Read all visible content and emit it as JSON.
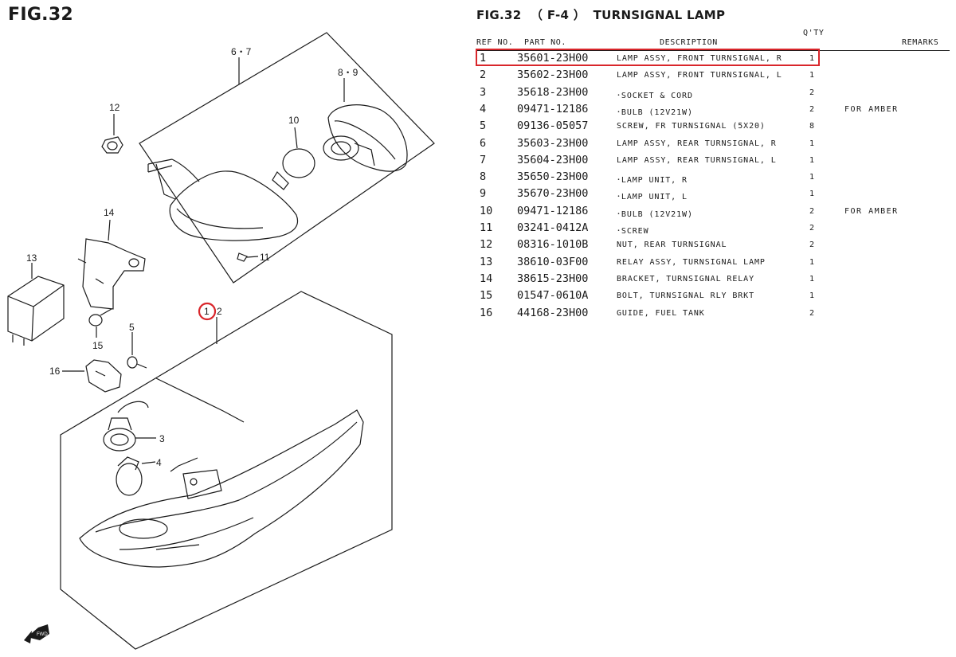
{
  "figure_label": "FIG.32",
  "callouts": {
    "c67": "6・7",
    "c89": "8・9",
    "c10": "10",
    "c11": "11",
    "c12": "12",
    "c13": "13",
    "c14": "14",
    "c15": "15",
    "c16": "16",
    "c1": "1",
    "c2": "2",
    "c3": "3",
    "c4": "4",
    "c5": "5"
  },
  "fwd_label": "FWD",
  "parts_table": {
    "fig": "FIG.32",
    "code": "（ F-4 ）",
    "title": "TURNSIGNAL LAMP",
    "headers": {
      "ref": "REF NO.",
      "part": "PART NO.",
      "desc": "DESCRIPTION",
      "qty": "Q'TY",
      "remarks": "REMARKS"
    },
    "rows": [
      {
        "ref": "1",
        "part": "35601-23H00",
        "desc": "LAMP ASSY, FRONT TURNSIGNAL, R",
        "qty": "1",
        "remarks": ""
      },
      {
        "ref": "2",
        "part": "35602-23H00",
        "desc": "LAMP ASSY, FRONT TURNSIGNAL, L",
        "qty": "1",
        "remarks": ""
      },
      {
        "ref": "3",
        "part": "35618-23H00",
        "desc": "･SOCKET & CORD",
        "qty": "2",
        "remarks": ""
      },
      {
        "ref": "4",
        "part": "09471-12186",
        "desc": "･BULB (12V21W)",
        "qty": "2",
        "remarks": "FOR AMBER"
      },
      {
        "ref": "5",
        "part": "09136-05057",
        "desc": "SCREW, FR TURNSIGNAL (5X20)",
        "qty": "8",
        "remarks": ""
      },
      {
        "ref": "6",
        "part": "35603-23H00",
        "desc": "LAMP ASSY, REAR TURNSIGNAL, R",
        "qty": "1",
        "remarks": ""
      },
      {
        "ref": "7",
        "part": "35604-23H00",
        "desc": "LAMP ASSY, REAR TURNSIGNAL, L",
        "qty": "1",
        "remarks": ""
      },
      {
        "ref": "8",
        "part": "35650-23H00",
        "desc": "･LAMP UNIT, R",
        "qty": "1",
        "remarks": ""
      },
      {
        "ref": "9",
        "part": "35670-23H00",
        "desc": "･LAMP UNIT, L",
        "qty": "1",
        "remarks": ""
      },
      {
        "ref": "10",
        "part": "09471-12186",
        "desc": "･BULB (12V21W)",
        "qty": "2",
        "remarks": "FOR AMBER"
      },
      {
        "ref": "11",
        "part": "03241-0412A",
        "desc": "･SCREW",
        "qty": "2",
        "remarks": ""
      },
      {
        "ref": "12",
        "part": "08316-1010B",
        "desc": "NUT, REAR TURNSIGNAL",
        "qty": "2",
        "remarks": ""
      },
      {
        "ref": "13",
        "part": "38610-03F00",
        "desc": "RELAY ASSY, TURNSIGNAL LAMP",
        "qty": "1",
        "remarks": ""
      },
      {
        "ref": "14",
        "part": "38615-23H00",
        "desc": "BRACKET, TURNSIGNAL RELAY",
        "qty": "1",
        "remarks": ""
      },
      {
        "ref": "15",
        "part": "01547-0610A",
        "desc": "BOLT, TURNSIGNAL RLY BRKT",
        "qty": "1",
        "remarks": ""
      },
      {
        "ref": "16",
        "part": "44168-23H00",
        "desc": "GUIDE, FUEL TANK",
        "qty": "2",
        "remarks": ""
      }
    ]
  },
  "highlighted_ref": "1",
  "colors": {
    "ink": "#1a1a1a",
    "highlight": "#d9262b"
  }
}
